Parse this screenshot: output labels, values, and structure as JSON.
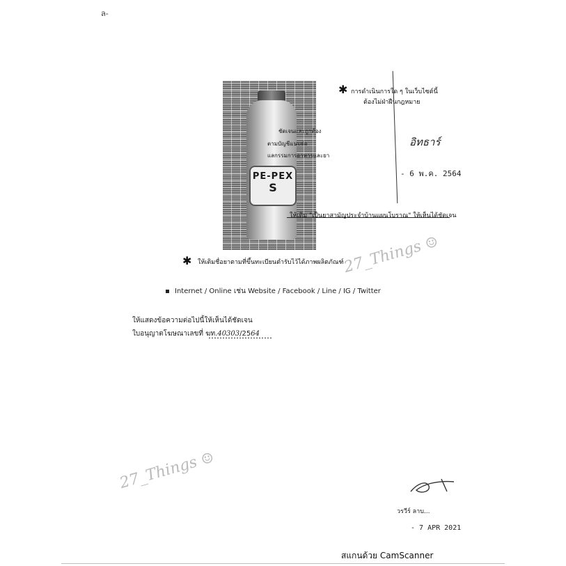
{
  "scan_mark": "ล-",
  "photo": {
    "brand": "PE-PEX",
    "swirl": "S"
  },
  "annotations": {
    "top_right_line1": "การดำเนินการใด ๆ ในเว็บไซต์นี้",
    "top_right_line2": "ต้องไม่ฝ่าฝืนกฎหมาย",
    "photo_text_1": "ชัดเจนและถูกต้อง",
    "photo_text_2": "ตามบัญชีแนบย่อ",
    "photo_text_3": "แลกรรมการอาหารและยา",
    "right_middle": "ให้เติม \"เป็นยาสามัญประจำบ้านแผนโบราณ\" ให้เห็นได้ชัดเจน",
    "below_photo": "ให้เติมชื่อยาตามที่ขึ้นทะเบียนตำรับไว้ได้ภาพผลิตภัณฑ์"
  },
  "signature_top": "อิทธาร์",
  "date_top": "- 6 พ.ค. 2564",
  "bullet": "Internet / Online เช่น Website / Facebook / Line / IG / Twitter",
  "notes": {
    "line1": "ให้แสดงข้อความต่อไปนี้ให้เห็นได้ชัดเจน",
    "line2_prefix": "ใบอนุญาตโฆษณาเลขที่ ฆท.",
    "line2_number": "40303",
    "line2_mid": "/25",
    "line2_year": "64"
  },
  "signature_bottom_name": "วรวีร์ ลาบ...",
  "date_bottom": "- 7 APR 2021",
  "watermark_text": "27_Things",
  "watermark_smile": "☺",
  "footer": "สแกนด้วย CamScanner"
}
